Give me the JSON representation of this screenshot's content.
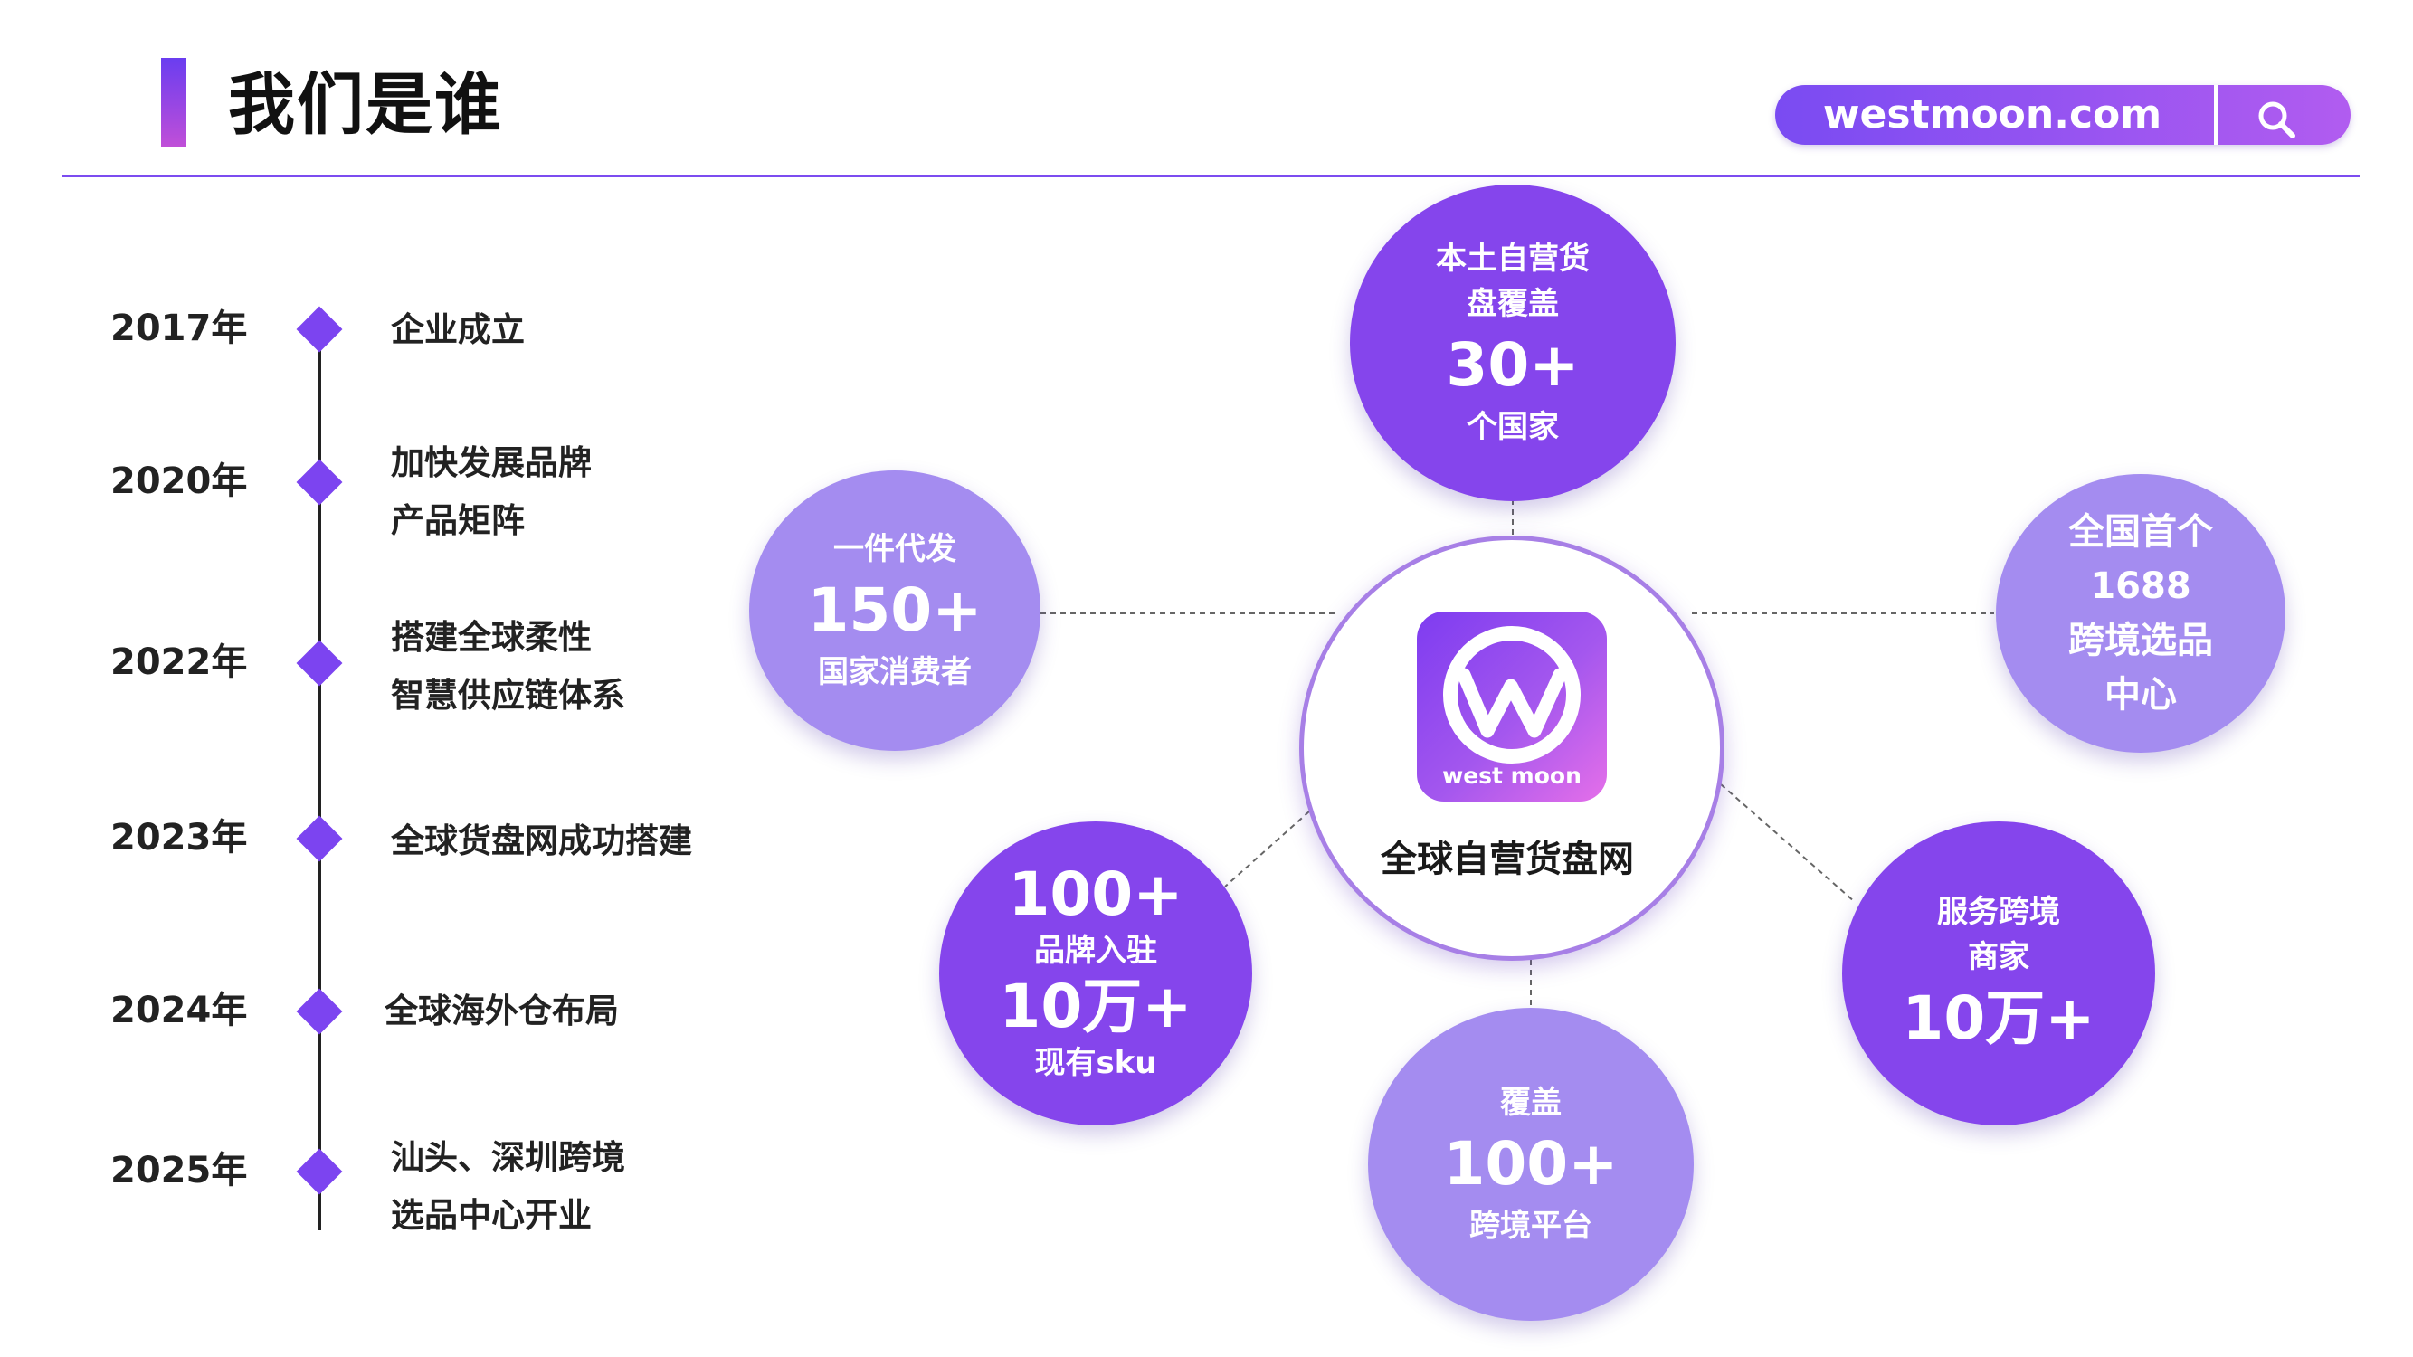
{
  "header": {
    "title": "我们是谁"
  },
  "search": {
    "url": "westmoon.com"
  },
  "timeline": [
    {
      "year": "2017年",
      "event": "企业成立"
    },
    {
      "year": "2020年",
      "event": "加快发展品牌\n产品矩阵"
    },
    {
      "year": "2022年",
      "event": "搭建全球柔性\n智慧供应链体系"
    },
    {
      "year": "2023年",
      "event": "全球货盘网成功搭建"
    },
    {
      "year": "2024年",
      "event": "全球海外仓布局"
    },
    {
      "year": "2025年",
      "event": "汕头、深圳跨境\n选品中心开业"
    }
  ],
  "center": {
    "logo_text": "west moon",
    "title": "全球自营货盘网"
  },
  "stats": {
    "top": {
      "line1": "本土自营货",
      "line2": "盘覆盖",
      "number": "30+",
      "line3": "个国家"
    },
    "left": {
      "line1": "一件代发",
      "number": "150+",
      "line2": "国家消费者"
    },
    "right": {
      "line1": "全国首个",
      "line2": "1688",
      "line3": "跨境选品",
      "line4": "中心"
    },
    "bottom_left": {
      "number1": "100+",
      "label1": "品牌入驻",
      "number2": "10万+",
      "label2": "现有sku"
    },
    "bottom_right": {
      "line1": "服务跨境",
      "line2": "商家",
      "number": "10万+"
    },
    "bottom": {
      "line1": "覆盖",
      "number": "100+",
      "line2": "跨境平台"
    }
  },
  "colors": {
    "accent": "#7c44f0",
    "dark_circle": "#8545ec",
    "light_circle": "#a48cf0"
  }
}
